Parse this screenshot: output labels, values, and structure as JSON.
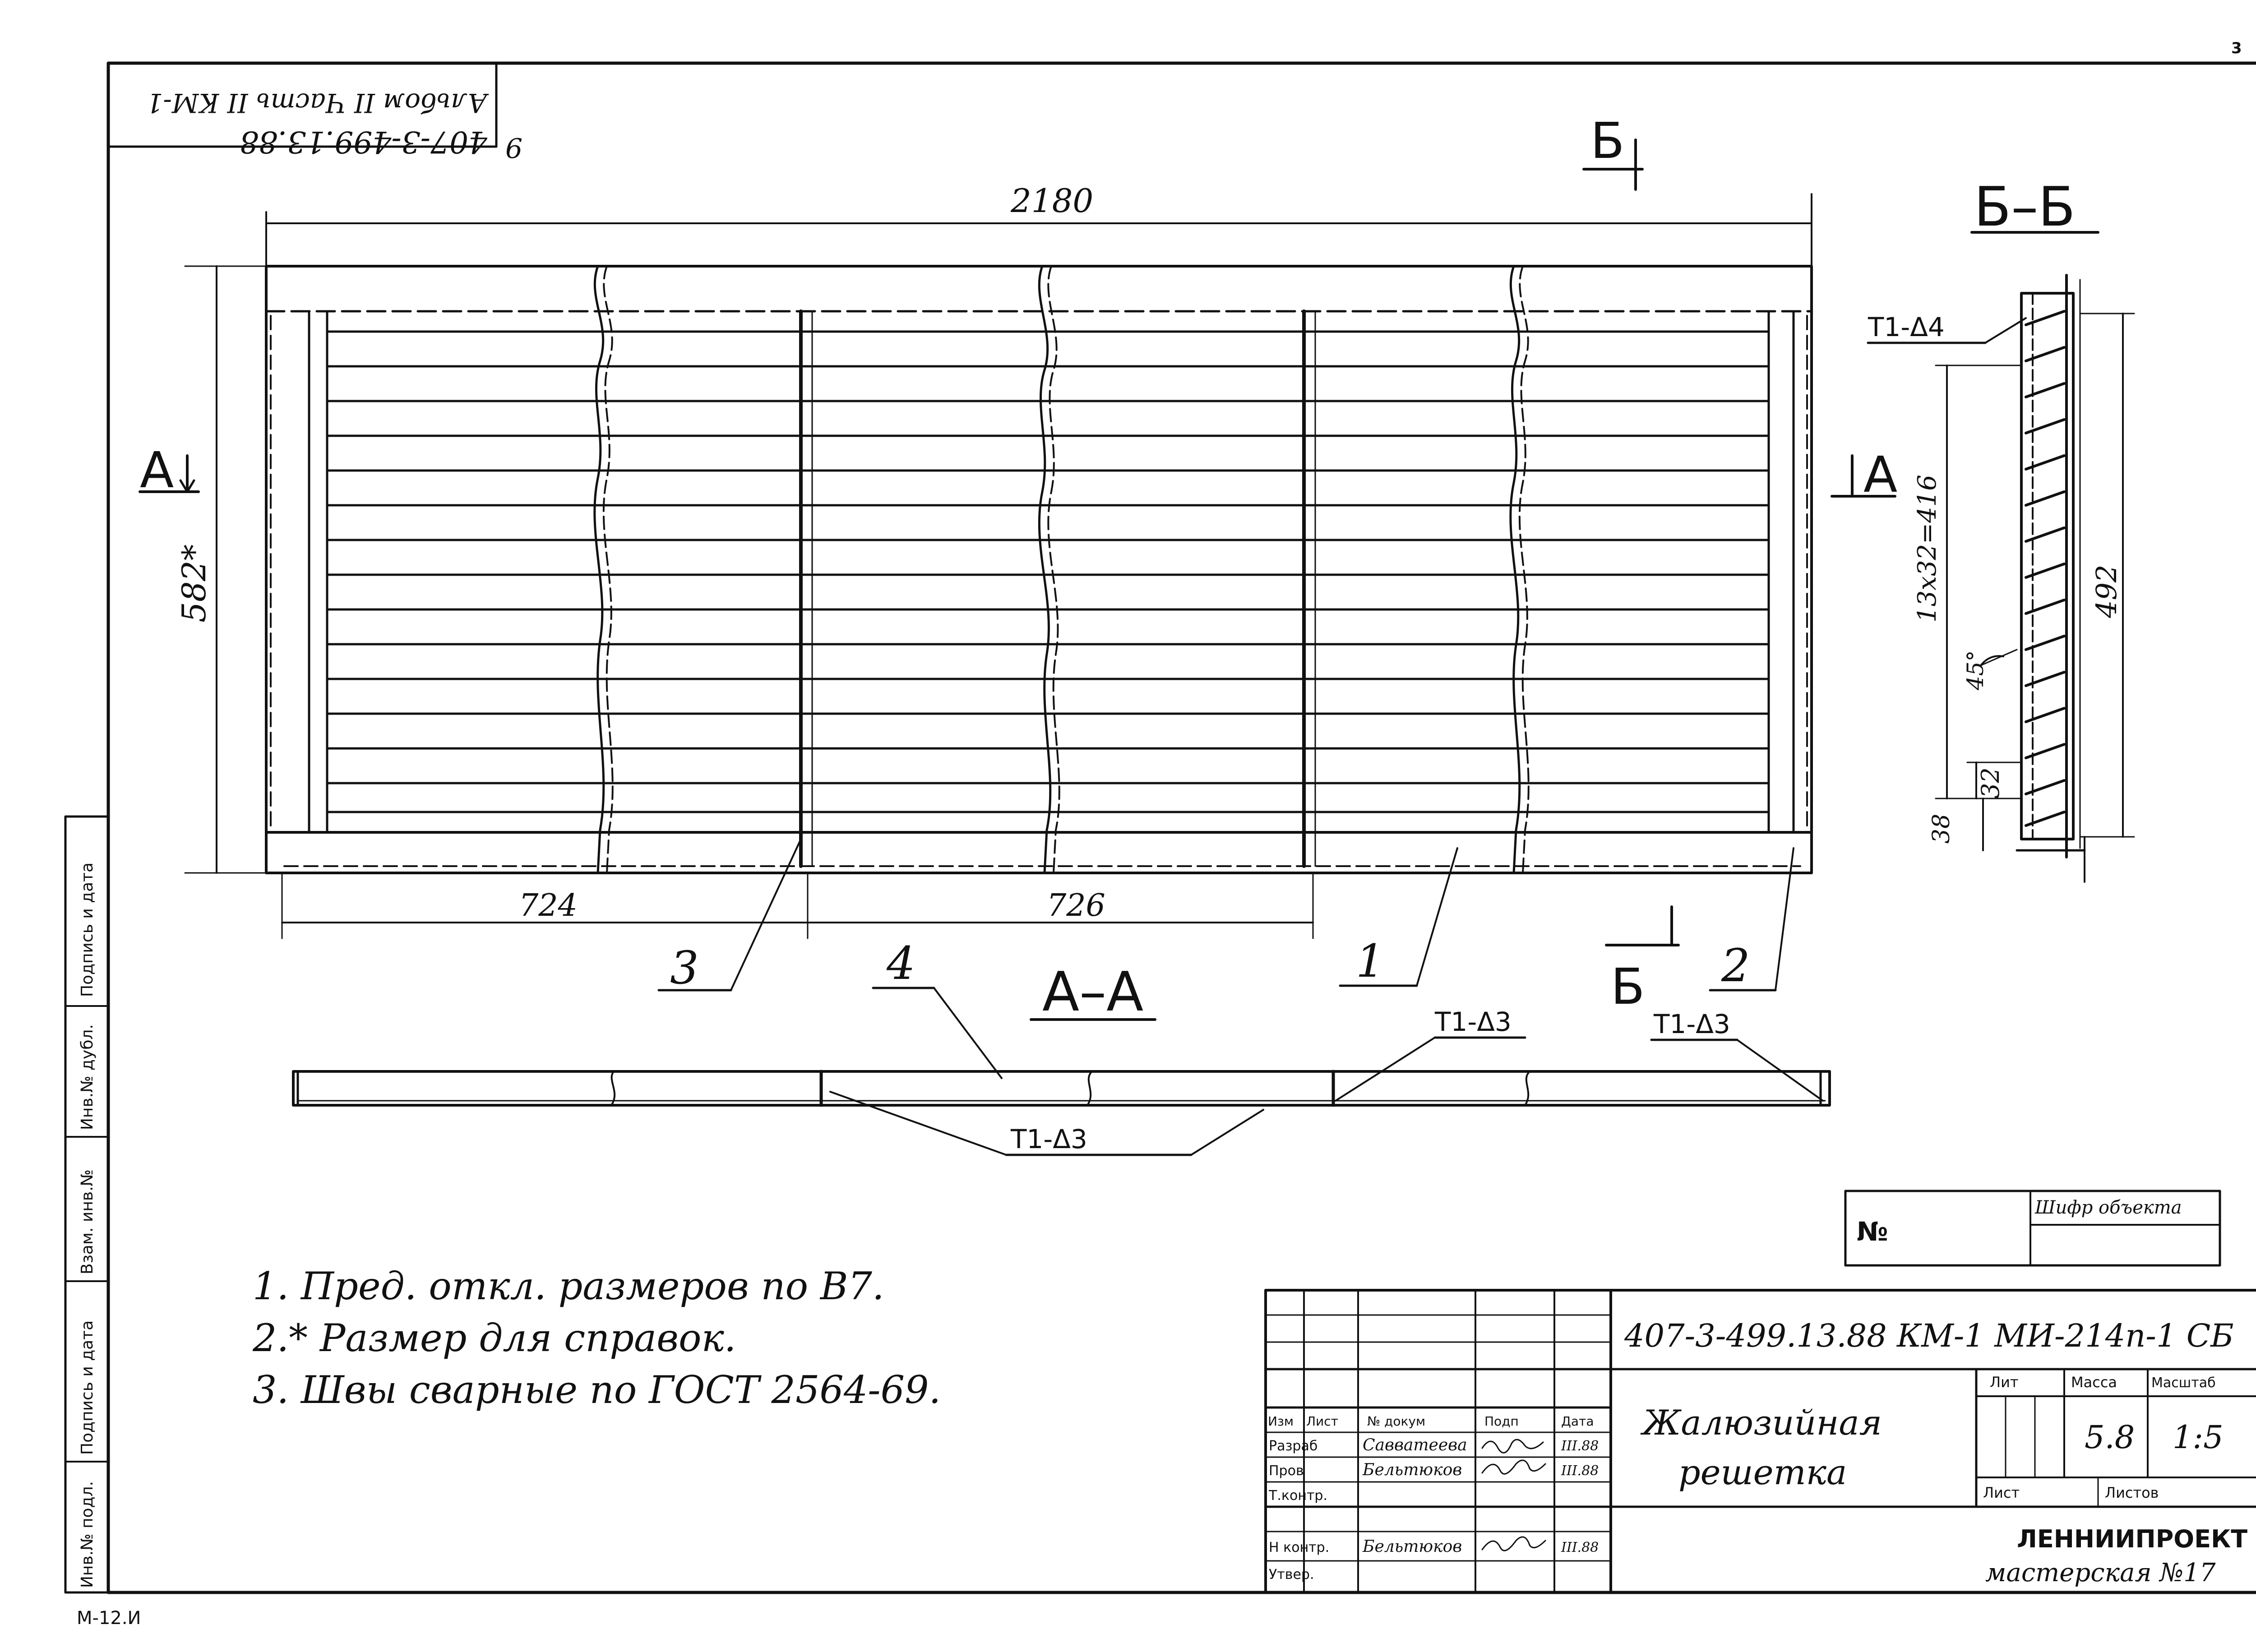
{
  "page_number": "3",
  "corner_stamp": {
    "line1": "407-3-499.13.88",
    "line2": "Альбом II Часть II  КМ-1"
  },
  "corner_mark": "6",
  "views": {
    "plan_section_mark": "Б",
    "section_bb_title": "Б–Б",
    "section_aa_title": "А–А",
    "cut_a_left": "А",
    "cut_a_right": "А",
    "cut_b_bottom": "Б"
  },
  "dimensions": {
    "overall_length": "2180",
    "height": "582*",
    "left_span": "724",
    "mid_span": "726",
    "slat_pitch_total": "13x32=416",
    "section_height": "492",
    "pitch": "32",
    "bottom_offset": "38",
    "angle": "45°"
  },
  "weld_labels": {
    "bb_top": "T1-Δ4",
    "aa_right_upper": "T1-Δ3",
    "aa_far_right": "T1-Δ3",
    "aa_bottom": "T1-Δ3"
  },
  "part_callouts": [
    "3",
    "4",
    "1",
    "2"
  ],
  "notes": [
    "1. Пред. откл. размеров по В7.",
    "2.* Размер для справок.",
    "3. Швы сварные по ГОСТ 2564-69."
  ],
  "object_box": {
    "no_label": "№",
    "code_label": "Шифр объекта"
  },
  "title_block": {
    "designation": "407-3-499.13.88    КМ-1    МИ-214п-1 СБ",
    "name_line1": "Жалюзийная",
    "name_line2": "решетка",
    "col_headers": [
      "Изм",
      "Лист",
      "№ докум",
      "Подп",
      "Дата"
    ],
    "rows": [
      {
        "role": "Разраб",
        "name": "Савватеева",
        "sign": "",
        "date": "III.88"
      },
      {
        "role": "Пров",
        "name": "Бельтюков",
        "sign": "",
        "date": "III.88"
      },
      {
        "role": "Т.контр.",
        "name": "",
        "sign": "",
        "date": ""
      },
      {
        "role": "Н контр.",
        "name": "Бельтюков",
        "sign": "",
        "date": "III.88"
      },
      {
        "role": "Утвер.",
        "name": "",
        "sign": "",
        "date": ""
      }
    ],
    "lit_label": "Лит",
    "mass_label": "Масса",
    "scale_label": "Масштаб",
    "mass_value": "5.8",
    "scale_value": "1:5",
    "sheet_label": "Лист",
    "sheets_label": "Листов",
    "org_line1": "ЛЕННИИПРОЕКТ",
    "org_line2": "мастерская №17"
  },
  "side_stamp": [
    "Подпись и дата",
    "Инв.№ дубл.",
    "Взам. инв.№",
    "Подпись и дата",
    "Инв.№ подл."
  ],
  "format_mark": "М-12.И"
}
